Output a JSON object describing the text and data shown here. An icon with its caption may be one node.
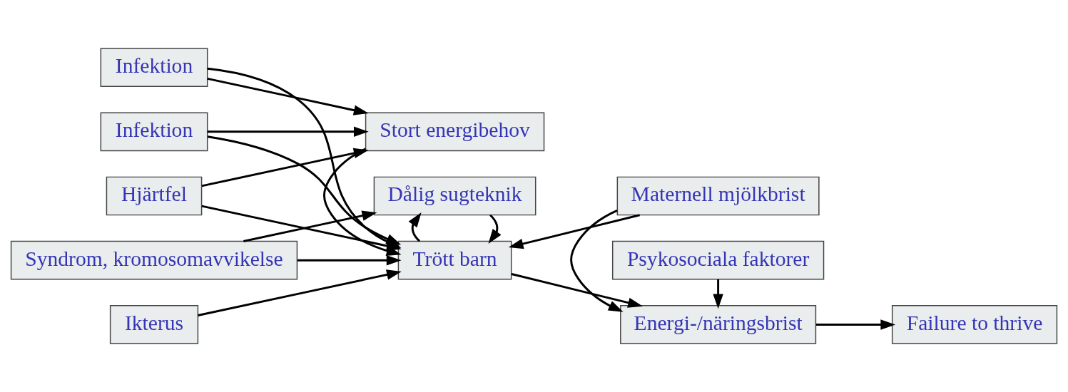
{
  "diagram": {
    "nodes": [
      {
        "text": [
          "Infektion"
        ]
      },
      {
        "text": [
          "Stort energibehov"
        ]
      },
      {
        "text": [
          "Maternell mjölkbrist"
        ]
      },
      {
        "text": [
          "Psykosociala faktorer"
        ]
      },
      {
        "text": [
          "Infektion"
        ]
      },
      {
        "text": [
          "Hjärtfel"
        ]
      },
      {
        "text": [
          "Trött barn"
        ]
      },
      {
        "text": [
          "Energi-/näringsbrist"
        ]
      },
      {
        "text": [
          "Ikterus"
        ]
      },
      {
        "text": [
          "Dålig sugteknik"
        ]
      },
      {
        "text": [
          "Syndrom, kromosomavvikelse"
        ]
      },
      {
        "text": [
          "Failure to thrive"
        ]
      }
    ],
    "edges": [
      {
        "from": 0,
        "to": 1,
        "arrow": "to"
      },
      {
        "from": 0,
        "to": 6,
        "arrow": "to"
      },
      {
        "from": 4,
        "to": 1,
        "arrow": "to"
      },
      {
        "from": 4,
        "to": 6,
        "arrow": "to"
      },
      {
        "from": 5,
        "to": 1,
        "arrow": "to"
      },
      {
        "from": 5,
        "to": 6,
        "arrow": "to"
      },
      {
        "from": 1,
        "to": 6,
        "arrow": "to"
      },
      {
        "from": 2,
        "to": 6,
        "arrow": "to"
      },
      {
        "from": 2,
        "to": 7,
        "arrow": "to"
      },
      {
        "from": 3,
        "to": 7,
        "arrow": "to"
      },
      {
        "from": 6,
        "to": 7,
        "arrow": "to"
      },
      {
        "from": 8,
        "to": 6,
        "arrow": "to"
      },
      {
        "from": 10,
        "to": 6,
        "arrow": "to"
      },
      {
        "from": 10,
        "to": 9,
        "arrow": "to"
      },
      {
        "from": 9,
        "to": 6,
        "arrow": "to"
      },
      {
        "from": 6,
        "to": 9,
        "arrow": "to"
      },
      {
        "from": 7,
        "to": 11,
        "arrow": "to"
      }
    ]
  }
}
